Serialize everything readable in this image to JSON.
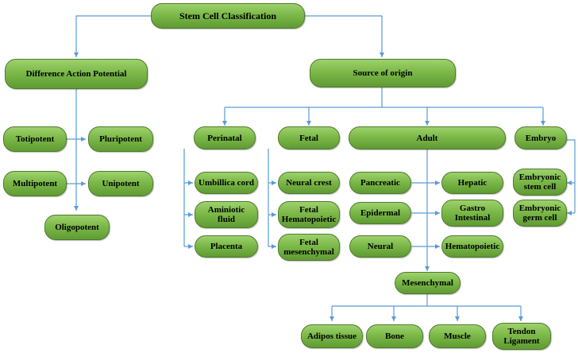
{
  "diagram": {
    "root": "Stem Cell  Classification",
    "potential": {
      "title": "Difference Action Potential",
      "items": [
        "Totipotent",
        "Pluripotent",
        "Multipotent",
        "Unipotent",
        "Oligopotent"
      ]
    },
    "origin": {
      "title": "Source of origin",
      "perinatal": {
        "title": "Perinatal",
        "items": [
          "Umbillica cord",
          "Aminiotic\nfluid",
          "Placenta"
        ]
      },
      "fetal": {
        "title": "Fetal",
        "items": [
          "Neural crest",
          "Fetal\nHematopoietic",
          "Fetal\nmesenchymal"
        ]
      },
      "adult": {
        "title": "Adult",
        "items": [
          "Pancreatic",
          "Hepatic",
          "Epidermal",
          "Gastro\nIntestinal",
          "Neural",
          "Hematopoietic"
        ],
        "mesenchymal": {
          "title": "Mesenchymal",
          "items": [
            "Adipos tissue",
            "Bone",
            "Muscle",
            "Tendon\nLigament"
          ]
        }
      },
      "embryo": {
        "title": "Embryo",
        "items": [
          "Embryonic\nstem cell",
          "Embryonic\ngerm cell"
        ]
      }
    }
  }
}
